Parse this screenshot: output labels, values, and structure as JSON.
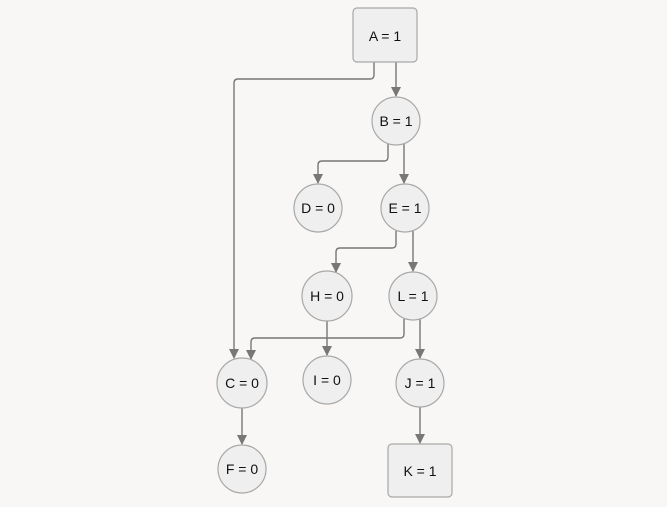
{
  "nodes": {
    "A": "A = 1",
    "B": "B = 1",
    "C": "C = 0",
    "D": "D = 0",
    "E": "E = 1",
    "F": "F = 0",
    "H": "H = 0",
    "I": "I = 0",
    "J": "J = 1",
    "K": "K = 1",
    "L": "L = 1"
  },
  "edges": [
    [
      "A",
      "C"
    ],
    [
      "A",
      "B"
    ],
    [
      "B",
      "D"
    ],
    [
      "B",
      "E"
    ],
    [
      "E",
      "H"
    ],
    [
      "E",
      "L"
    ],
    [
      "H",
      "I"
    ],
    [
      "L",
      "C"
    ],
    [
      "L",
      "J"
    ],
    [
      "C",
      "F"
    ],
    [
      "J",
      "K"
    ]
  ]
}
